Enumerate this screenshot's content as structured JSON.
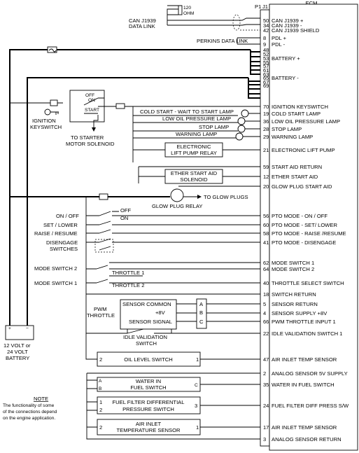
{
  "ecm": {
    "title": "ECM",
    "connector_p1": "P1",
    "connector_j1": "J1",
    "pins": [
      {
        "num": "50",
        "label": "CAN J1939 +"
      },
      {
        "num": "34",
        "label": "CAN J1939 -"
      },
      {
        "num": "42",
        "label": "CAN J1939 SHIELD"
      },
      {
        "num": "8",
        "label": "PDL +"
      },
      {
        "num": "9",
        "label": "PDL -"
      },
      {
        "num": "48",
        "label": ""
      },
      {
        "num": "52",
        "label": ""
      },
      {
        "num": "53",
        "label": "BATTERY +"
      },
      {
        "num": "55",
        "label": ""
      },
      {
        "num": "57",
        "label": ""
      },
      {
        "num": "61",
        "label": ""
      },
      {
        "num": "63",
        "label": ""
      },
      {
        "num": "65",
        "label": "BATTERY -"
      },
      {
        "num": "67",
        "label": ""
      },
      {
        "num": "69",
        "label": ""
      },
      {
        "num": "70",
        "label": "IGNITION KEYSWITCH"
      },
      {
        "num": "19",
        "label": "COLD START LAMP"
      },
      {
        "num": "36",
        "label": "LOW OIL PRESSURE LAMP"
      },
      {
        "num": "28",
        "label": "STOP LAMP"
      },
      {
        "num": "29",
        "label": "WARNING LAMP"
      },
      {
        "num": "21",
        "label": "ELECTRONIC LIFT PUMP"
      },
      {
        "num": "59",
        "label": "START AID RETURN"
      },
      {
        "num": "12",
        "label": "ETHER START AID"
      },
      {
        "num": "20",
        "label": "GLOW PLUG START AID"
      },
      {
        "num": "56",
        "label": "PTO MODE - ON / OFF"
      },
      {
        "num": "60",
        "label": "PTO MODE - SET/ LOWER"
      },
      {
        "num": "58",
        "label": "PTO MODE - RAISE /RESUME"
      },
      {
        "num": "41",
        "label": "PTO MODE - DISENGAGE"
      },
      {
        "num": "62",
        "label": "MODE SWITCH 1"
      },
      {
        "num": "64",
        "label": "MODE SWITCH 2"
      },
      {
        "num": "40",
        "label": "THROTTLE SELECT SWITCH"
      },
      {
        "num": "18",
        "label": "SWITCH RETURN"
      },
      {
        "num": "5",
        "label": "SENSOR RETURN"
      },
      {
        "num": "4",
        "label": "SENSOR SUPPLY +8V"
      },
      {
        "num": "66",
        "label": "PWM THROTTLE INPUT 1"
      },
      {
        "num": "22",
        "label": "IDLE VALIDATION SWITCH 1"
      },
      {
        "num": "47",
        "label": "AIR INLET TEMP SENSOR"
      },
      {
        "num": "2",
        "label": "ANALOG SENSOR 5V SUPPLY"
      },
      {
        "num": "35",
        "label": "WATER IN FUEL SWITCH"
      },
      {
        "num": "24",
        "label": "FUEL FILTER DIFF PRESS S/W"
      },
      {
        "num": "17",
        "label": "AIR INLET TEMP SENSOR"
      },
      {
        "num": "3",
        "label": "ANALOG SENSOR RETURN"
      }
    ]
  },
  "labels": {
    "resistor": "120",
    "ohm": "OHM",
    "can": "CAN J1939",
    "datalink": "DATA LINK",
    "perkins": "PERKINS DATA LINK",
    "ignition1": "IGNITION",
    "ignition2": "KEYSWITCH",
    "key_off": "OFF",
    "key_on": "ON",
    "key_start": "START",
    "starter1": "TO STARTER",
    "starter2": "MOTOR SOLENOID",
    "cold_lamp": "COLD START - WAIT TO START LAMP",
    "low_oil_lamp": "LOW OIL PRESSURE LAMP",
    "stop_lamp": "STOP LAMP",
    "warning_lamp": "WARNING LAMP",
    "lift_relay1": "ELECTRONIC",
    "lift_relay2": "LIFT PUMP RELAY",
    "ether1": "ETHER START AID",
    "ether2": "SOLENOID",
    "glow_relay": "GLOW PLUG RELAY",
    "glow_plugs": "TO GLOW PLUGS",
    "pto_onoff": "ON / OFF",
    "pto_off": "OFF",
    "pto_on": "ON",
    "pto_set": "SET / LOWER",
    "pto_raise": "RAISE / RESUME",
    "pto_dis1": "DISENGAGE",
    "pto_dis2": "SWITCHES",
    "mode2": "MODE SWITCH 2",
    "mode1": "MODE SWITCH 1",
    "throttle1": "THROTTLE 1",
    "throttle2": "THROTTLE 2",
    "pwm1": "PWM",
    "pwm2": "THROTTLE",
    "sensor_common": "SENSOR COMMON",
    "plus8v": "+8V",
    "sensor_signal": "SENSOR SIGNAL",
    "idle1": "IDLE VALIDATION",
    "idle2": "SWITCH",
    "conn_a": "A",
    "conn_b": "B",
    "conn_c": "C",
    "battery1": "12 VOLT or",
    "battery2": "24 VOLT",
    "battery3": "BATTERY",
    "oil_level": "OIL LEVEL SWITCH",
    "wif1": "WATER IN",
    "wif2": "FUEL SWITCH",
    "ffd1": "FUEL FILTER DIFFERENTIAL",
    "ffd2": "PRESSURE SWITCH",
    "ait1": "AIR INLET",
    "ait2": "TEMPERATURE SENSOR",
    "pin_1": "1",
    "pin_2": "2",
    "pin_3": "3",
    "pin_a": "A",
    "pin_b": "B",
    "pin_c": "C",
    "note_title": "NOTE",
    "note1": "The functionality of some",
    "note2": "of the connections depend",
    "note3": "on the engine application."
  }
}
